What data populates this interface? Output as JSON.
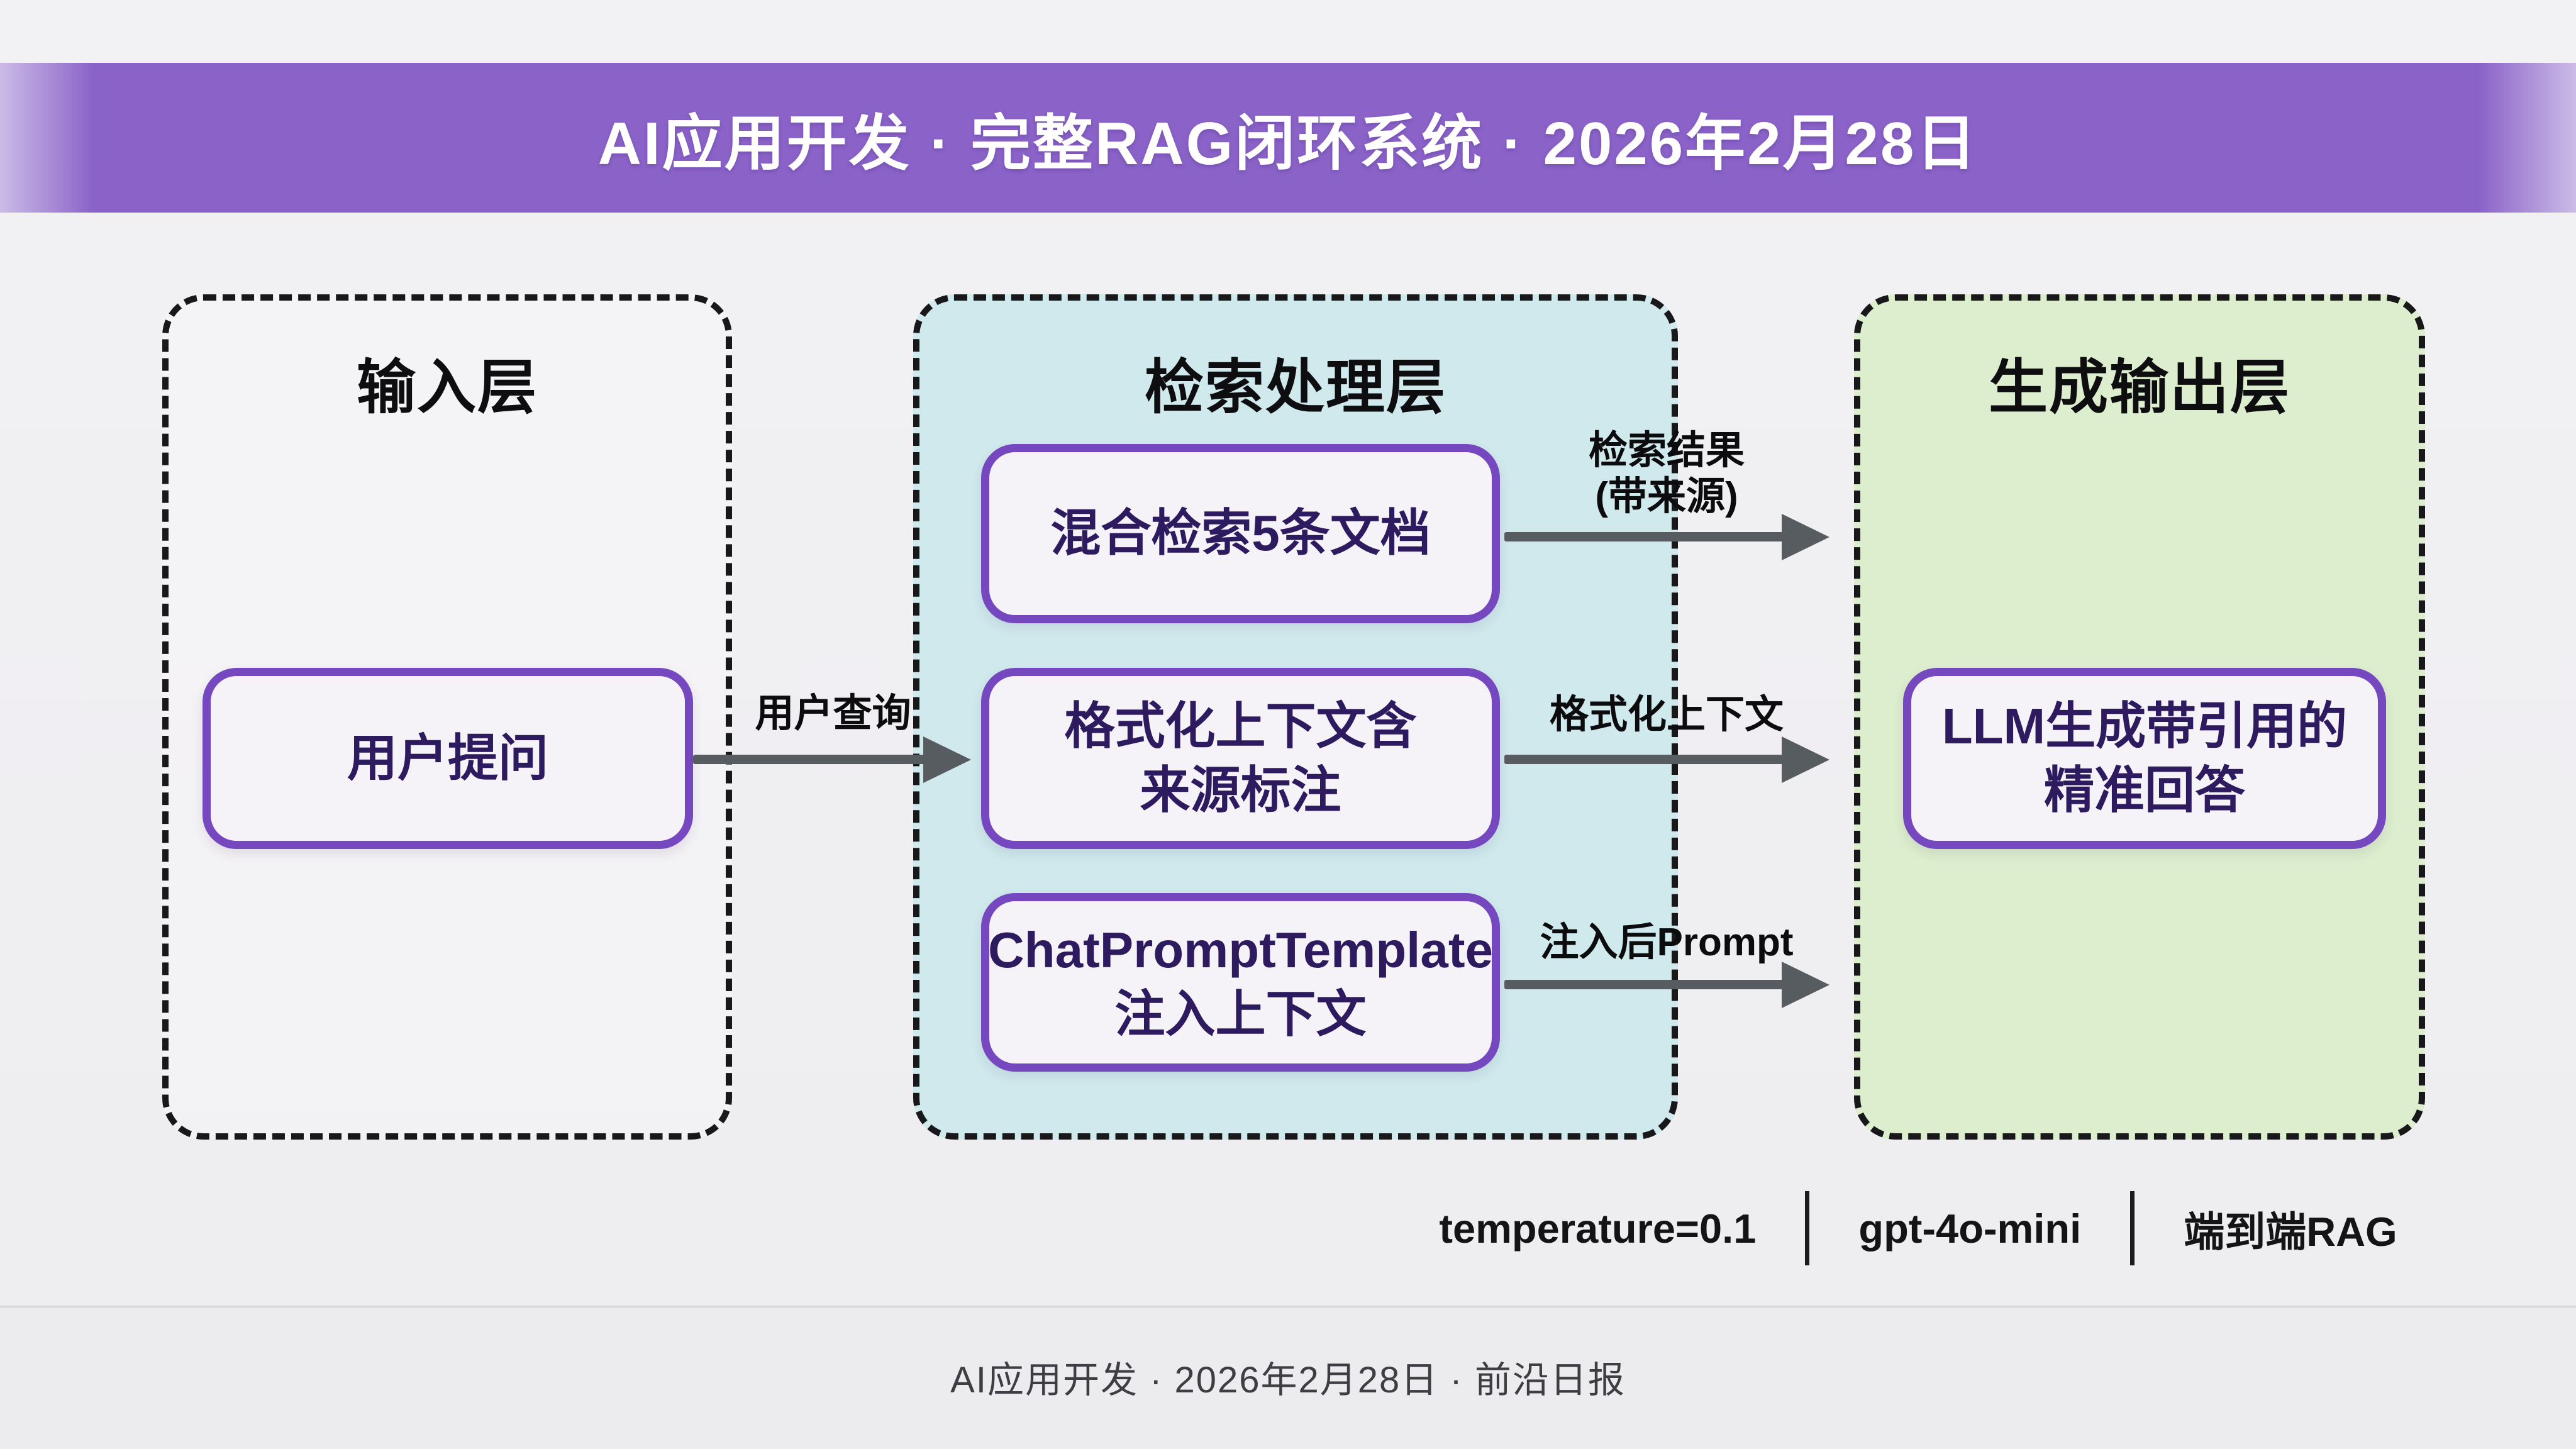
{
  "header": {
    "title": "AI应用开发 · 完整RAG闭环系统 · 2026年2月28日"
  },
  "layers": {
    "input": {
      "title": "输入层",
      "nodes": {
        "user_question": "用户提问"
      }
    },
    "retrieval": {
      "title": "检索处理层",
      "nodes": {
        "hybrid_search": "混合检索5条文档",
        "format_context": "格式化上下文含\n来源标注",
        "prompt_template": "ChatPromptTemplate\n注入上下文"
      }
    },
    "output": {
      "title": "生成输出层",
      "nodes": {
        "llm_answer": "LLM生成带引用的\n精准回答"
      }
    }
  },
  "arrows": {
    "user_query": "用户查询",
    "search_results": "检索结果\n(带来源)",
    "formatted_context": "格式化上下文",
    "injected_prompt": "注入后Prompt"
  },
  "meta_bar": {
    "items": [
      "temperature=0.1",
      "gpt-4o-mini",
      "端到端RAG"
    ]
  },
  "footer": {
    "text": "AI应用开发 · 2026年2月28日 · 前沿日报"
  },
  "colors": {
    "header_purple": "#8a62c8",
    "header_edge_fade": "#cbbbe7",
    "retrieval_teal": "#cfe9ec",
    "output_green": "#dceecd",
    "node_fill": "#f5f3f7",
    "node_border_purple": "#7648c0",
    "node_text_purple": "#2d1a5f",
    "arrow_gray": "#575c60",
    "dashed_border_black": "#18181a",
    "background_gray": "#efeef1"
  }
}
